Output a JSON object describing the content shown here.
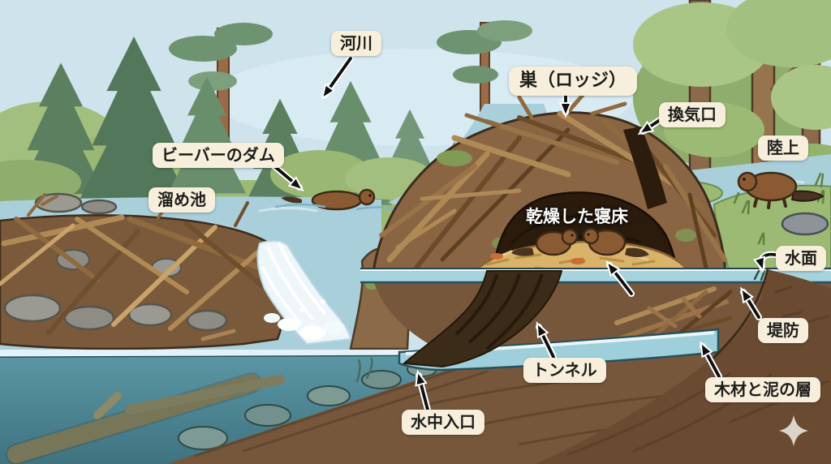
{
  "figure": {
    "type": "illustrated-diagram",
    "subject": "Beaver dam and lodge habitat cross-section with Japanese annotations",
    "labels": {
      "river": "河川",
      "beaver_dam": "ビーバーのダム",
      "pond": "溜め池",
      "lodge": "巣（ロッジ）",
      "vent": "換気口",
      "land": "陸上",
      "dry_bedding": "乾燥した寝床",
      "water_surface": "水面",
      "embankment": "堤防",
      "tunnel": "トンネル",
      "wood_and_mud_layer": "木材と泥の層",
      "underwater_entrance": "水中入口"
    },
    "icons": {
      "sparkle": "four-point-sparkle"
    },
    "colors": {
      "sky": "#cfe3ed",
      "water": "#a9cfdb",
      "underwater": "#55909e",
      "grass": "#9cba74",
      "forest_dark": "#5c7f60",
      "forest_light": "#aac687",
      "earth": "#77573b",
      "stick": "#b08a55",
      "lodge_interior": "#2a1b0d",
      "bedding_straw": "#d9b36a",
      "beaver": "#8a5a33",
      "label_bg": "#f7efdc",
      "label_text": "#1d1d1b",
      "arrow": "#101010"
    }
  }
}
